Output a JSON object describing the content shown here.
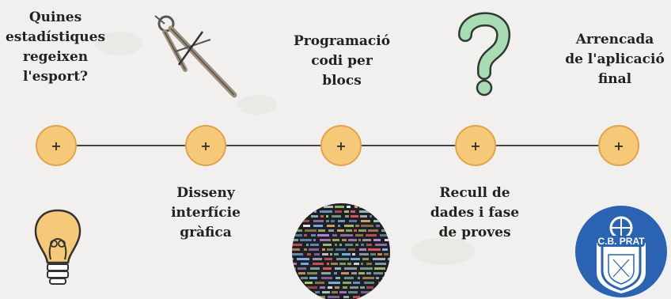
{
  "steps": [
    {
      "label_lines": [
        "Quines",
        "estadístiques",
        "regeixen",
        "l'esport?"
      ],
      "node_symbol": "+",
      "icon": "lightbulb-icon"
    },
    {
      "label_lines": [
        "Disseny",
        "interfície",
        "gràfica"
      ],
      "node_symbol": "+",
      "icon": "compass-icon"
    },
    {
      "label_lines": [
        "Programació",
        "codi per",
        "blocs"
      ],
      "node_symbol": "+",
      "icon": "code-screen-icon"
    },
    {
      "label_lines": [
        "Recull de",
        "dades i fase",
        "de proves"
      ],
      "node_symbol": "+",
      "icon": "question-mark-icon"
    },
    {
      "label_lines": [
        "Arrencada",
        "de l'aplicació",
        "final"
      ],
      "node_symbol": "+",
      "icon": "club-logo-icon"
    }
  ],
  "logo": {
    "text": "C.B. PRAT"
  },
  "colors": {
    "node_fill": "#f6c979",
    "node_border": "#e0a24a",
    "line": "#444444",
    "question_mark": "#a8dcb4",
    "logo_blue": "#2b63b3"
  }
}
